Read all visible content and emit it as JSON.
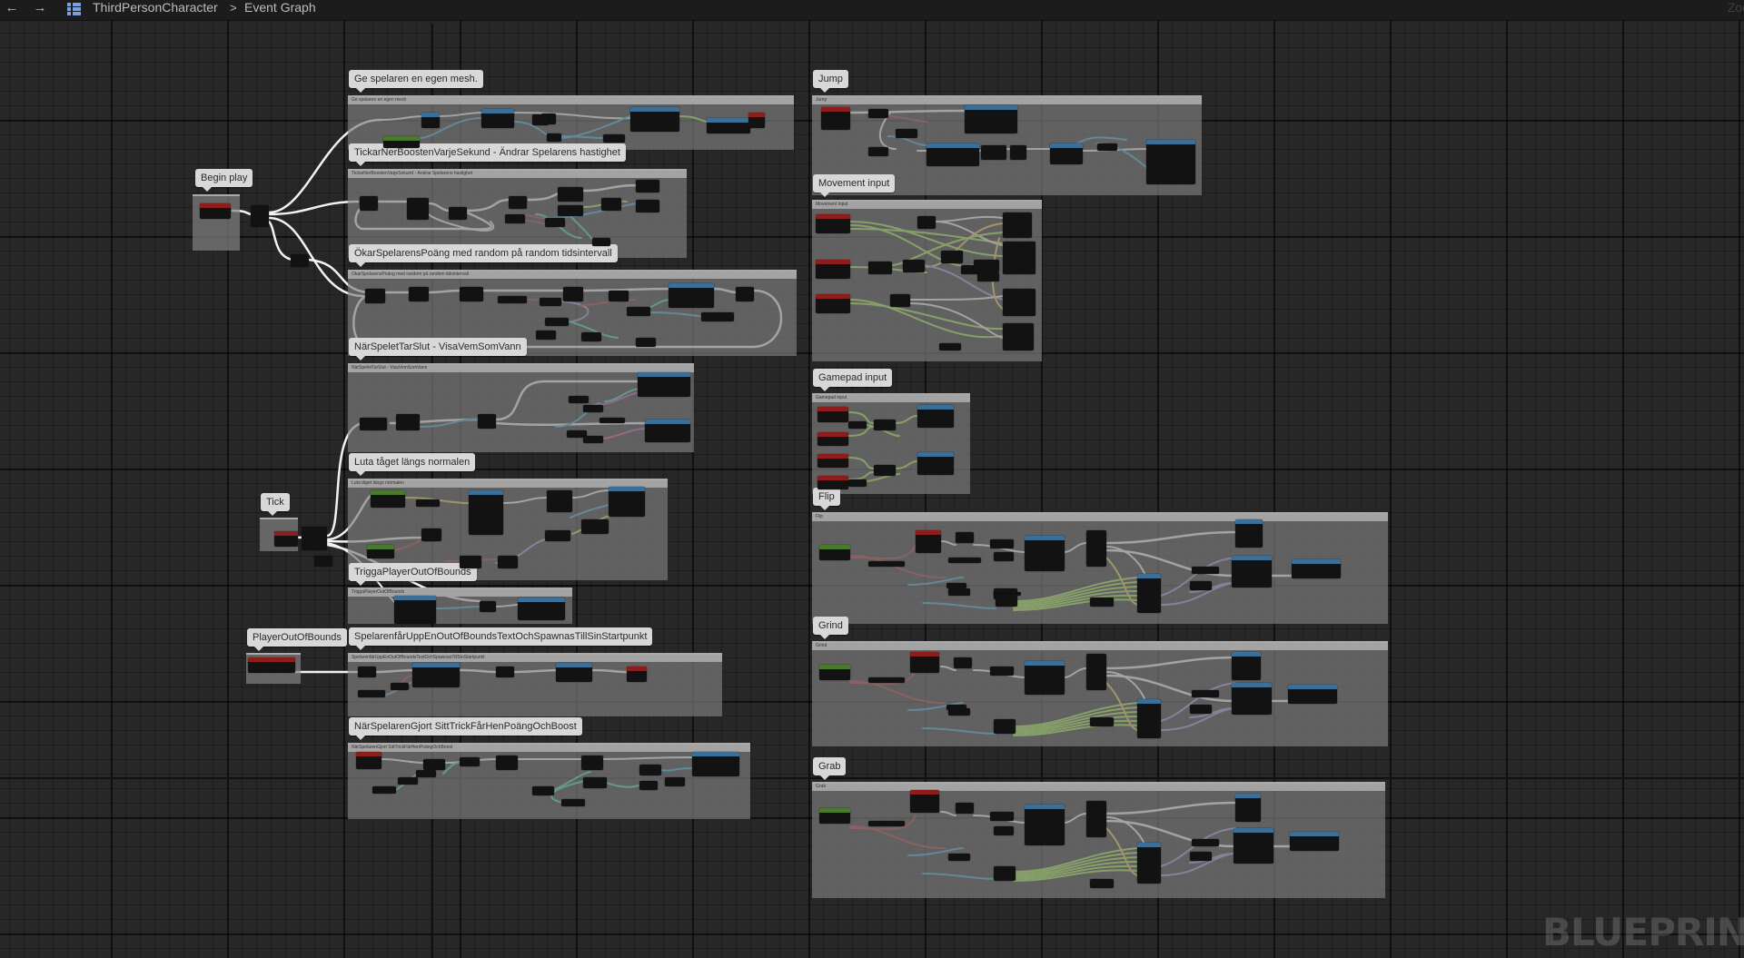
{
  "toolbar": {
    "back_glyph": "←",
    "forward_glyph": "→",
    "breadcrumb": [
      "ThirdPersonCharacter",
      "Event Graph"
    ],
    "separator": ">",
    "zoom_label": "Zoo"
  },
  "watermark": "BLUEPRIN",
  "events": {
    "begin_play": "Begin play",
    "tick": "Tick",
    "player_out_of_bounds": "PlayerOutOfBounds"
  },
  "comments": {
    "mesh": "Ge spelaren en egen mesh.",
    "boost": "TickarNerBoostenVarjeSekund - Ändrar Spelarens hastighet",
    "score": "ÖkarSpelarensPoäng med random på random tidsintervall",
    "game_over": "NärSpeletTarSlut - VisaVemSomVann",
    "align": "Luta tåget längs normalen",
    "trigger_oob": "TriggaPlayerOutOfBounds",
    "respawn": "SpelarenfårUppEnOutOfBoundsTextOchSpawnasTillSinStartpunkt",
    "trick": "NärSpelarenGjort SittTrickFårHenPoängOchBoost",
    "jump": "Jump",
    "movement": "Movement input",
    "gamepad": "Gamepad input",
    "flip": "Flip",
    "grind": "Grind",
    "grab": "Grab"
  },
  "icons": {
    "back": "back-arrow-icon",
    "forward": "forward-arrow-icon",
    "blueprint": "blueprint-grid-icon",
    "chevron": "breadcrumb-chevron-icon"
  },
  "colors": {
    "exec_wire": "#f2f2f2",
    "float_wire": "#9bea42",
    "object_wire": "#2c9fd6",
    "bool_wire": "#a02a2a",
    "struct_wire": "#9c8ad8",
    "string_wire": "#c040a6",
    "int_wire": "#2fd0a0",
    "vector_wire": "#e8c83c",
    "event_header": "#8b1d1d",
    "function_header": "#3d6e96",
    "pure_header": "#4b7a2e"
  }
}
